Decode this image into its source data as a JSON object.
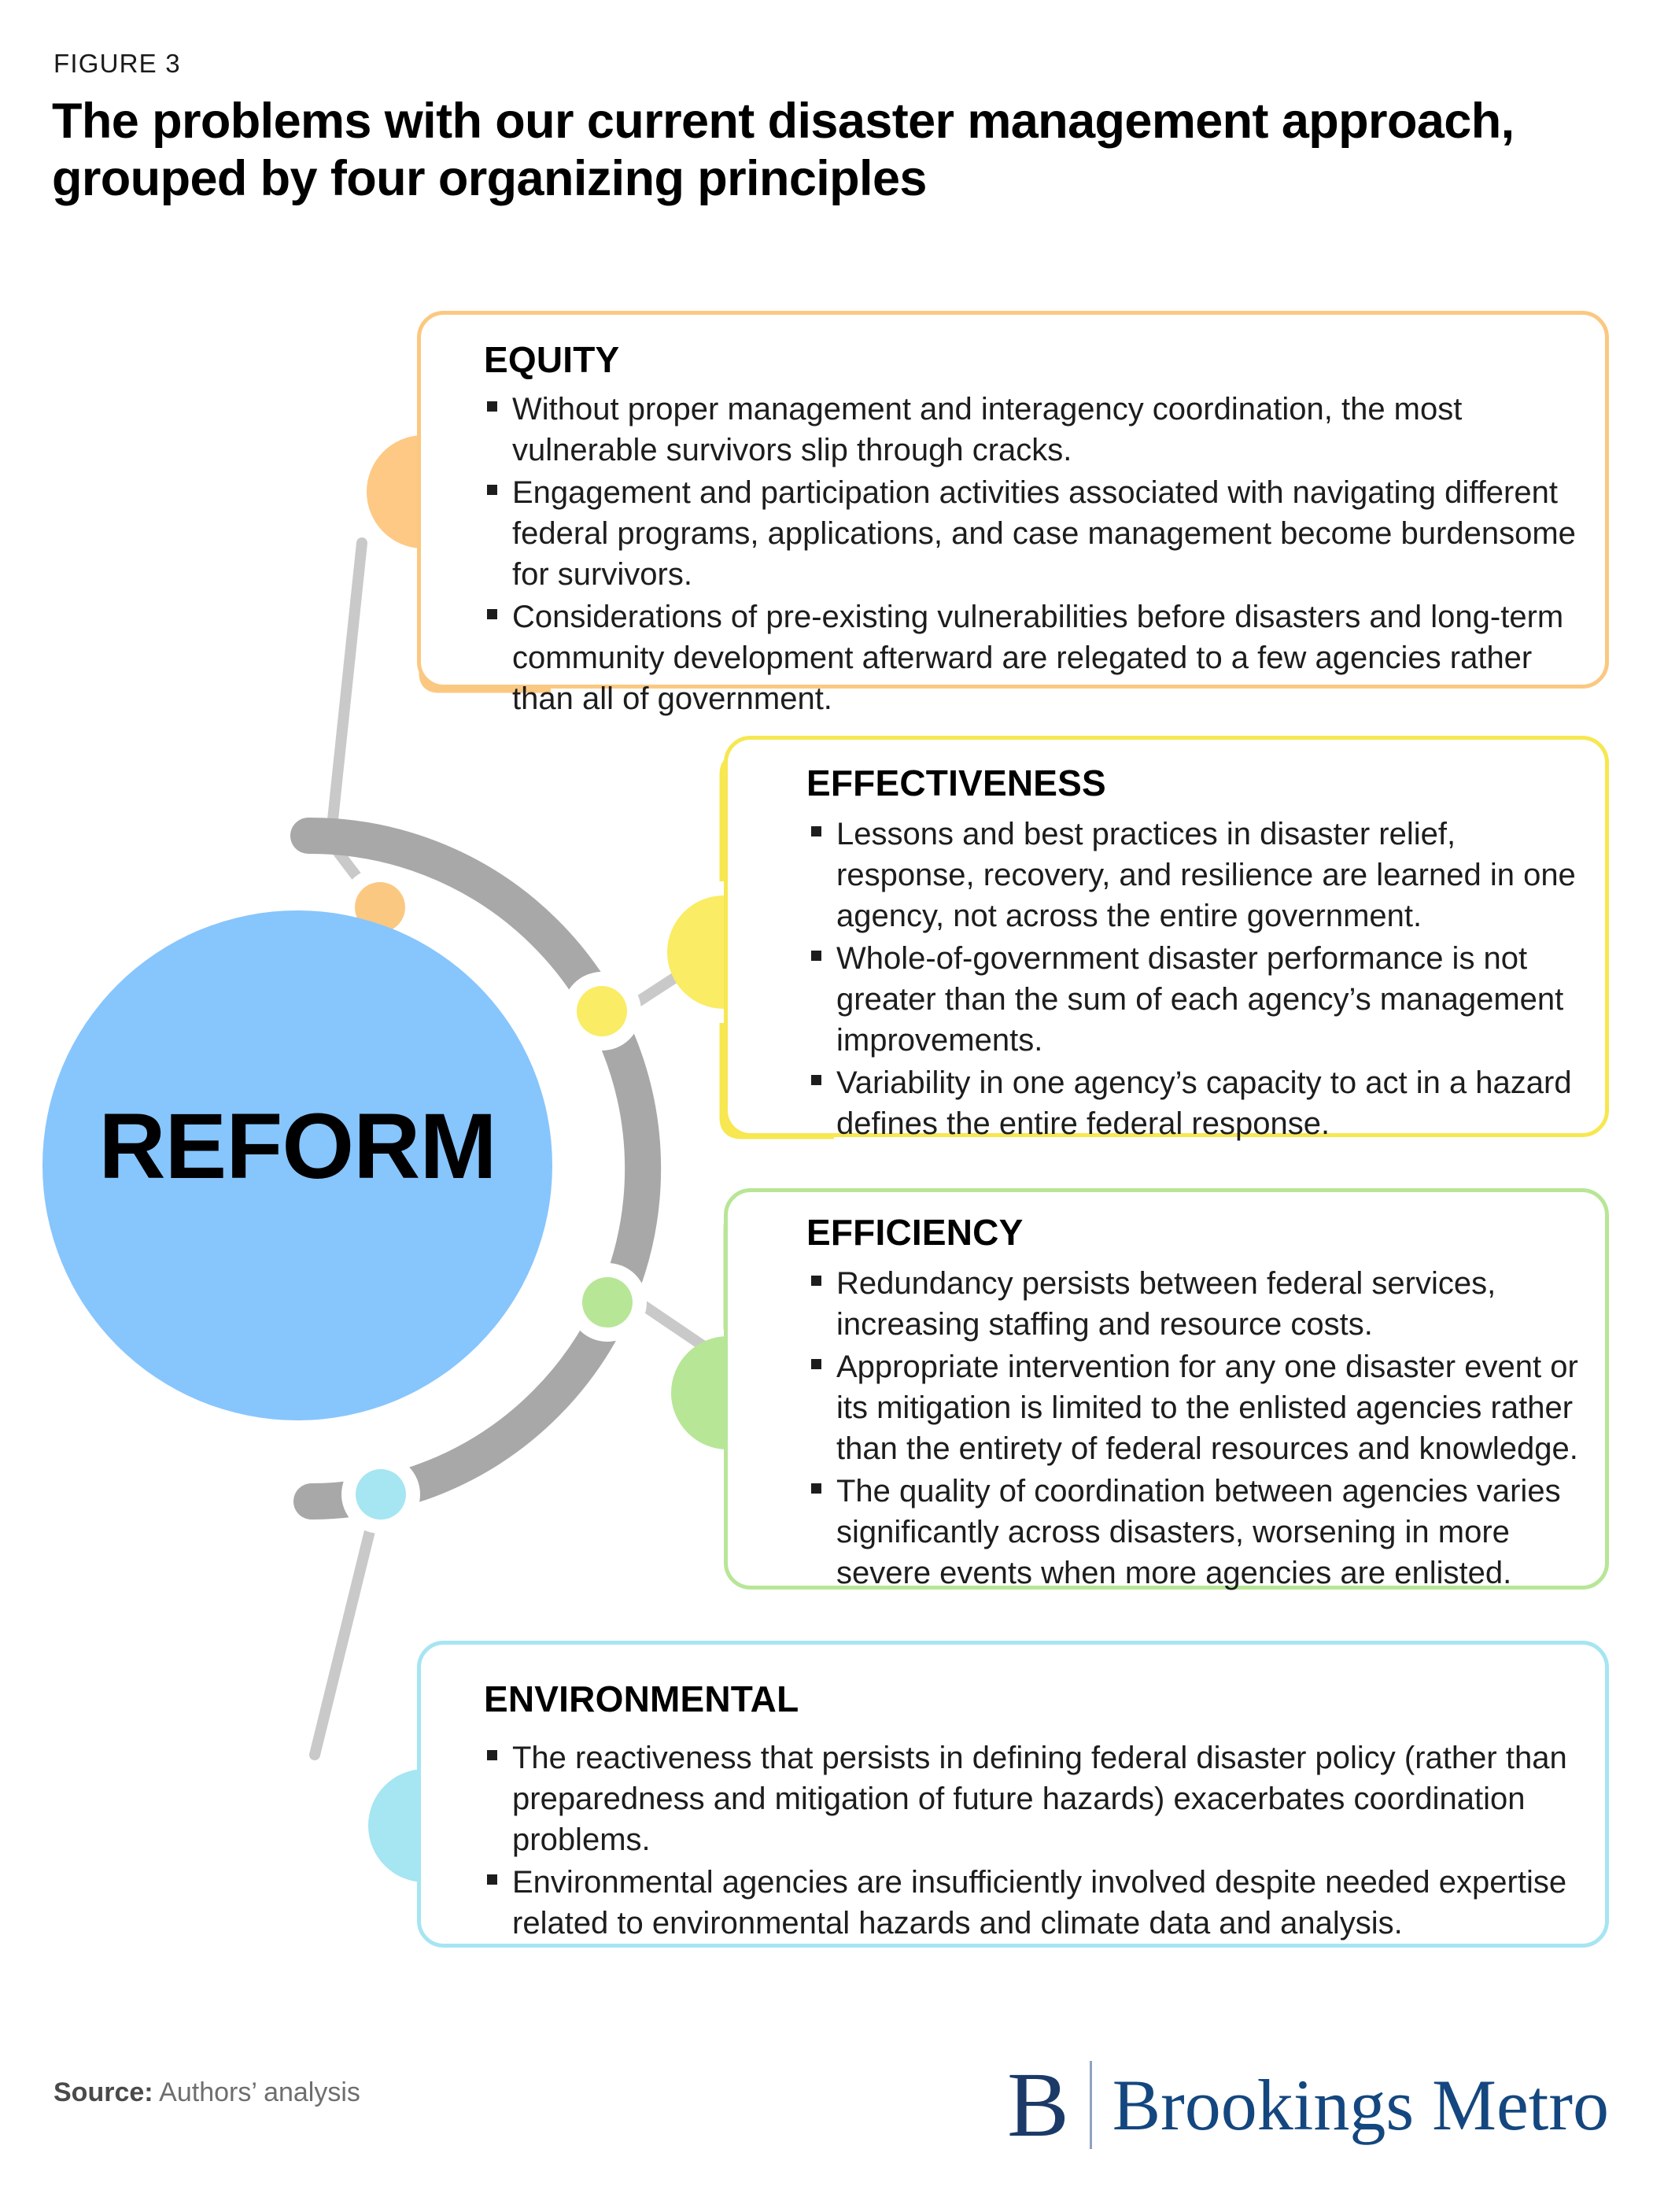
{
  "header": {
    "figure_label": "FIGURE 3",
    "title": "The problems with our current disaster management approach, grouped by four organizing principles"
  },
  "center": {
    "label": "REFORM",
    "color": "#87C5FD"
  },
  "colors": {
    "equity": "#FBC881",
    "effectiveness": "#F7E750",
    "efficiency": "#B7E697",
    "environmental": "#A6E5F2",
    "arc": "#A8A8A8",
    "connector": "#C9C9C9",
    "reform": "#87C5FD"
  },
  "principles": [
    {
      "key": "equity",
      "title": "EQUITY",
      "color": "#FBC881",
      "bullets": [
        "Without proper management and interagency coordination, the most vulnerable survivors slip through cracks.",
        "Engagement and participation activities associated with navigating different federal programs, applications, and case management become burdensome for survivors.",
        "Considerations of pre-existing vulnerabilities before disasters and long-term community development afterward are relegated to a few agencies rather than all of government."
      ]
    },
    {
      "key": "effectiveness",
      "title": "EFFECTIVENESS",
      "color": "#F7E750",
      "bullets": [
        "Lessons and best practices in disaster relief, response, recovery, and resilience are learned in one agency, not across the entire government.",
        "Whole-of-government disaster performance is not greater than the sum of each agency’s management improvements.",
        "Variability in one agency’s capacity to act in a hazard defines the entire federal response."
      ]
    },
    {
      "key": "efficiency",
      "title": "EFFICIENCY",
      "color": "#B7E697",
      "bullets": [
        "Redundancy persists between federal services, increasing staffing and resource costs.",
        "Appropriate intervention for any one disaster event or its mitigation is limited to the enlisted agencies rather than the entirety of federal resources and knowledge.",
        "The quality of coordination between agencies varies significantly across disasters, worsening in more severe events when more agencies are enlisted."
      ]
    },
    {
      "key": "environmental",
      "title": "ENVIRONMENTAL",
      "color": "#A6E5F2",
      "bullets": [
        "The reactiveness that persists in defining federal disaster policy (rather than preparedness and mitigation of future hazards) exacerbates coordination problems.",
        "Environmental agencies are insufficiently involved despite needed expertise related to environmental hazards and climate data and analysis."
      ]
    }
  ],
  "footer": {
    "source_label": "Source:",
    "source_value": " Authors’ analysis",
    "logo_mark": "B",
    "logo_word": "Brookings Metro"
  }
}
